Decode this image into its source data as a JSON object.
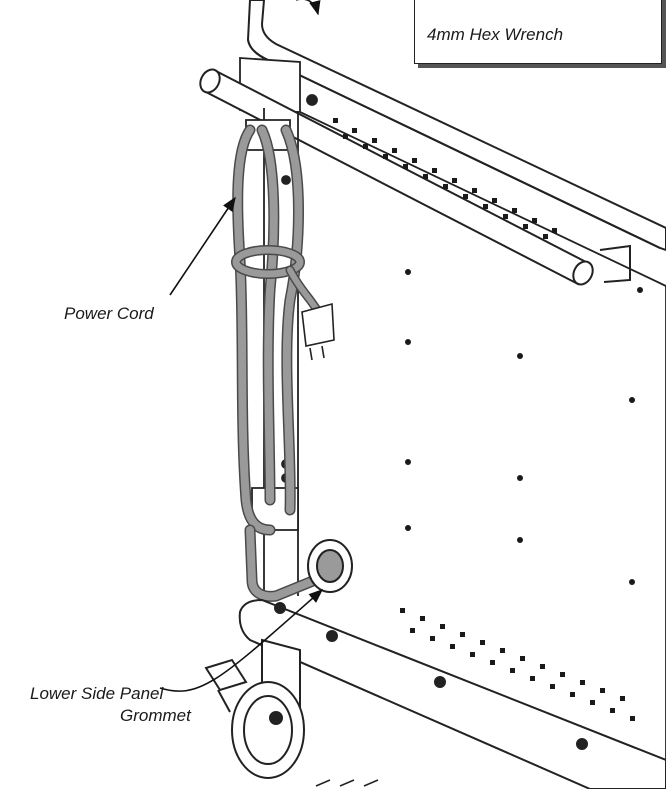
{
  "labels": {
    "power_cord": "Power Cord",
    "grommet_line1": "Lower Side Panel",
    "grommet_line2": "Grommet",
    "wrench": "4mm Hex Wrench"
  },
  "colors": {
    "line": "#222222",
    "cord": "#9a9a9a",
    "cord_edge": "#4a4a4a",
    "hole": "#1a1a1a"
  }
}
